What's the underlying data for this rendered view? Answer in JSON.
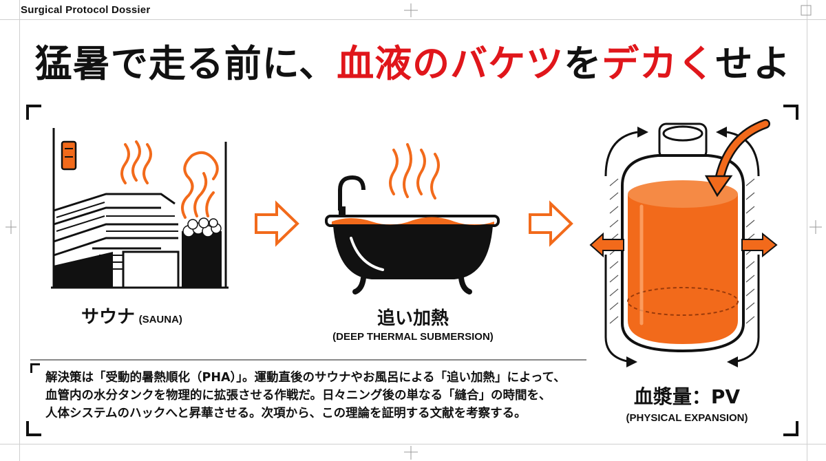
{
  "header": {
    "label": "Surgical Protocol Dossier"
  },
  "title": {
    "part1": "猛暑で走る前に、",
    "part2": "血液のバケツ",
    "part3": "を",
    "part4": "デカく",
    "part5": "せよ"
  },
  "steps": [
    {
      "label_jp": "サウナ",
      "label_en": "(SAUNA)",
      "icon": "sauna-icon"
    },
    {
      "label_jp": "追い加熱",
      "label_en": "(DEEP THERMAL SUBMERSION)",
      "icon": "bathtub-icon"
    },
    {
      "label_jp": "血漿量：PV",
      "label_en": "(PHYSICAL EXPANSION)",
      "icon": "plasma-tank-icon"
    }
  ],
  "body": {
    "lines": [
      "解決策は「受動的暑熱順化（PHA）」。運動直後のサウナやお風呂による「追い加熱」によって、",
      "血管内の水分タンクを物理的に拡張させる作戦だ。日々ニング後の単なる「縫合」の時間を、",
      "人体システムのハックへと昇華させる。次項から、この理論を証明する文献を考察する。"
    ]
  },
  "colors": {
    "accent": "#e0161b",
    "orange": "#f26a1b",
    "ink": "#111111"
  }
}
